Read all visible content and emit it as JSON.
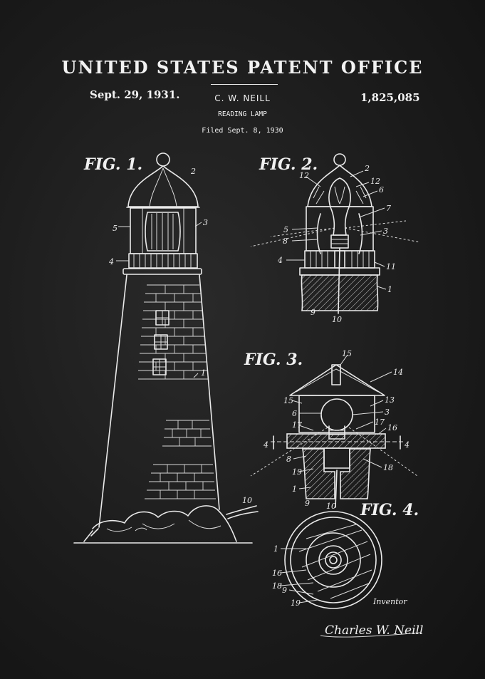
{
  "header": {
    "office": "UNITED STATES PATENT OFFICE",
    "date": "Sept. 29, 1931.",
    "inventor": "C. W. NEILL",
    "patent_number": "1,825,085",
    "subject": "READING LAMP",
    "filed": "Filed Sept. 8, 1930"
  },
  "figures": {
    "fig1": "FIG. 1.",
    "fig2": "FIG. 2.",
    "fig3": "FIG. 3.",
    "fig4": "FIG. 4."
  },
  "refs": {
    "fig1": [
      "2",
      "3",
      "5",
      "4",
      "1",
      "10"
    ],
    "fig2": [
      "2",
      "12",
      "12",
      "6",
      "7",
      "5",
      "8",
      "3",
      "4",
      "11",
      "1",
      "9",
      "10"
    ],
    "fig3": [
      "15",
      "14",
      "13",
      "15",
      "6",
      "3",
      "17",
      "17",
      "16",
      "4",
      "4",
      "8",
      "18",
      "19",
      "1",
      "9",
      "10"
    ],
    "fig4": [
      "1",
      "16",
      "18",
      "9",
      "19"
    ]
  },
  "signature": {
    "label": "Inventor",
    "name": "Charles W. Neill"
  },
  "colors": {
    "background": "#1c1c1c",
    "ink": "#eaeaea"
  }
}
